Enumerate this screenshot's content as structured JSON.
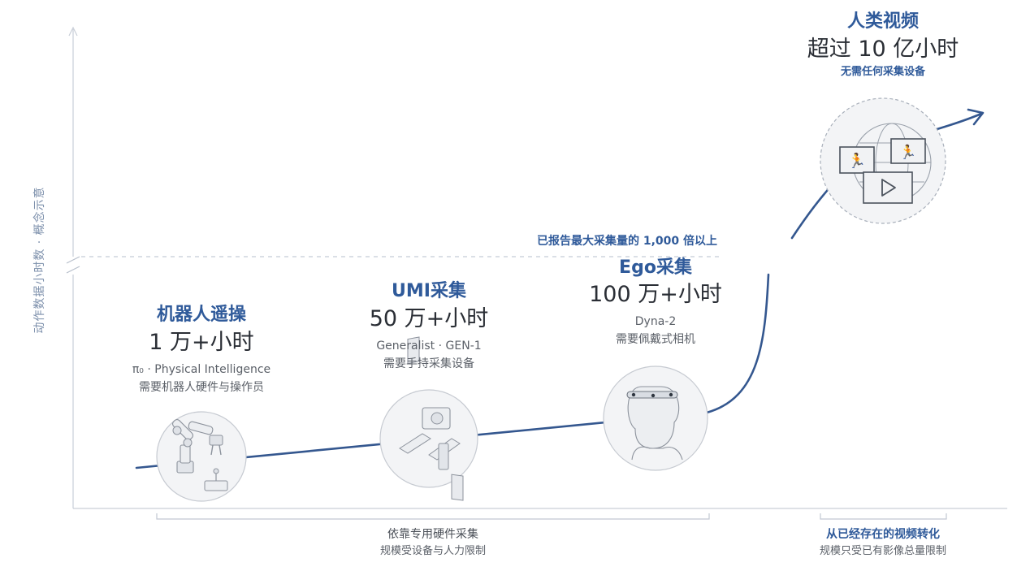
{
  "y_axis_label": "动作数据小时数 · 概念示意",
  "cap_note": "已报告最大采集量的 1,000 倍以上",
  "stages": [
    {
      "title": "机器人遥操",
      "amount": "1 万+小时",
      "source": "π₀ · Physical Intelligence",
      "requirement": "需要机器人硬件与操作员",
      "icon": "robot-arm-icon"
    },
    {
      "title": "UMI采集",
      "amount": "50 万+小时",
      "source": "Generalist · GEN-1",
      "requirement": "需要手持采集设备",
      "icon": "handheld-gripper-icon"
    },
    {
      "title": "Ego采集",
      "amount": "100 万+小时",
      "source": "Dyna-2",
      "requirement": "需要佩戴式相机",
      "icon": "head-camera-icon"
    },
    {
      "title": "人类视频",
      "amount": "超过 10 亿小时",
      "requirement": "无需任何采集设备",
      "icon": "video-globe-icon"
    }
  ],
  "brackets": [
    {
      "main": "依靠专用硬件采集",
      "sub": "规模受设备与人力限制"
    },
    {
      "main": "从已经存在的视频转化",
      "sub": "规模只受已有影像总量限制"
    }
  ],
  "colors": {
    "accent": "#2f5a9a",
    "curve": "#34578f",
    "axis": "#c9cfd8",
    "circle_fill": "#f3f4f6",
    "circle_stroke": "#c6cad1"
  }
}
